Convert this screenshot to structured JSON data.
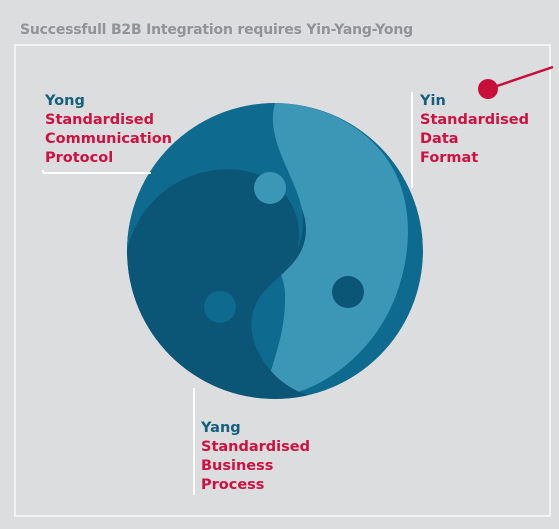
{
  "title": "Successfull B2B Integration requires Yin-Yang-Yong",
  "colors": {
    "background": "#dcdddf",
    "panel_border": "#f3f3f3",
    "title": "#8f9498",
    "heading": "#16607f",
    "accent": "#cf1141",
    "yin_yang_dark": "#0b5577",
    "yin_yang_mid": "#0f6a90",
    "yin_yang_light": "#3c97b7",
    "connector_line": "#ffffff",
    "marker": "#c80f3b"
  },
  "yong": {
    "title": "Yong",
    "lines": [
      "Standardised",
      "Communication",
      "Protocol"
    ]
  },
  "yin": {
    "title": "Yin",
    "lines": [
      "Standardised",
      "Data",
      "Format"
    ]
  },
  "yang": {
    "title": "Yang",
    "lines": [
      "Standardised",
      "Business",
      "Process"
    ]
  },
  "icons": {
    "marker": "red-dot-marker-icon"
  }
}
